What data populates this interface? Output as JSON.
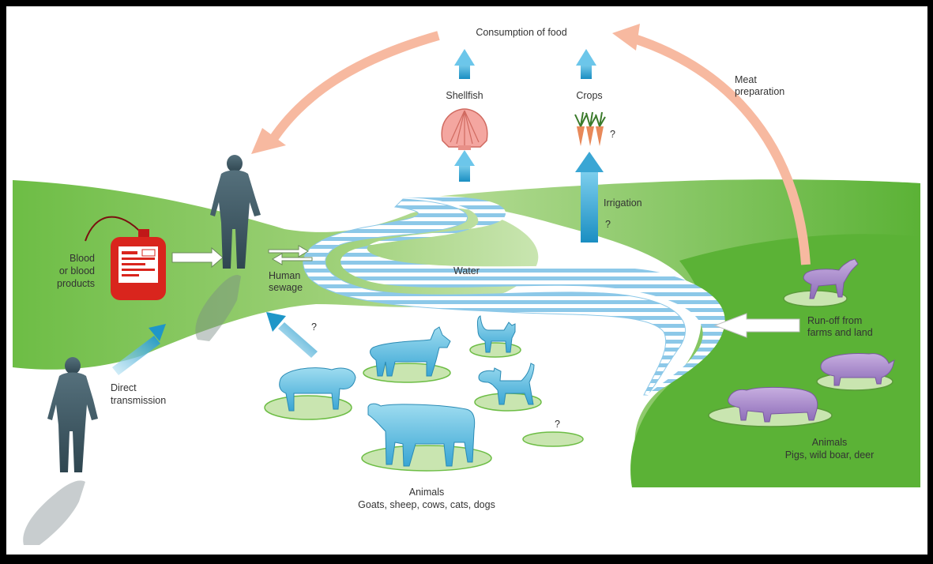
{
  "labels": {
    "consumption": "Consumption of food",
    "meat_preparation_1": "Meat",
    "meat_preparation_2": "preparation",
    "shellfish": "Shellfish",
    "crops": "Crops",
    "crops_q": "?",
    "irrigation": "Irrigation",
    "irrigation_q": "?",
    "blood_1": "Blood",
    "blood_2": "or blood",
    "blood_3": "products",
    "sewage_1": "Human",
    "sewage_2": "sewage",
    "water": "Water",
    "runoff_1": "Run-off from",
    "runoff_2": "farms and land",
    "direct_1": "Direct",
    "direct_2": "transmission",
    "animals_left_q": "?",
    "unknown_animal_q": "?",
    "animals_left_1": "Animals",
    "animals_left_2": "Goats, sheep, cows, cats, dogs",
    "animals_right_1": "Animals",
    "animals_right_2": "Pigs, wild boar, deer"
  },
  "colors": {
    "border": "#000000",
    "background": "#ffffff",
    "land_green": "#6dbd45",
    "land_light": "#c9e5b0",
    "water_blue": "#8cc8e8",
    "arrow_blue": "#1e96c8",
    "arrow_peach": "#f7b9a0",
    "human": "#3d5560",
    "animal_blue": "#7ccbe6",
    "animal_purple": "#a886c8",
    "blood_red": "#d9251d"
  }
}
